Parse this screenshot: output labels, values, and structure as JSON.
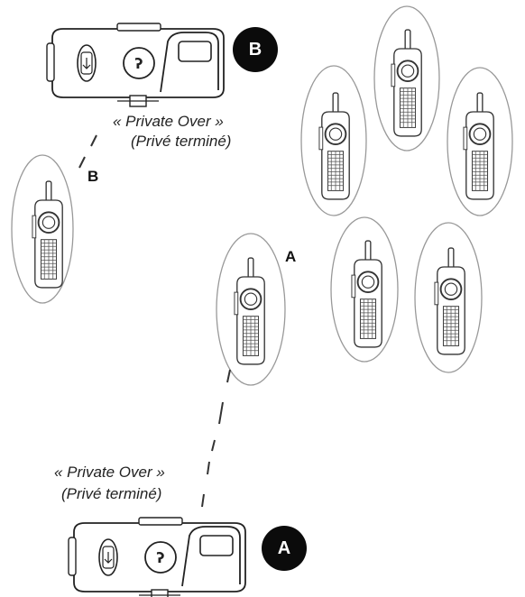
{
  "labels": {
    "private_over_en_b": "« Private Over »",
    "private_over_fr_b": "(Privé terminé)",
    "private_over_en_a": "« Private Over »",
    "private_over_fr_a": "(Privé terminé)",
    "receiver_b": "B",
    "receiver_a": "A",
    "badge_b": "B",
    "badge_a": "A"
  },
  "colors": {
    "line": "#333333",
    "badge": "#0b0b0b"
  }
}
